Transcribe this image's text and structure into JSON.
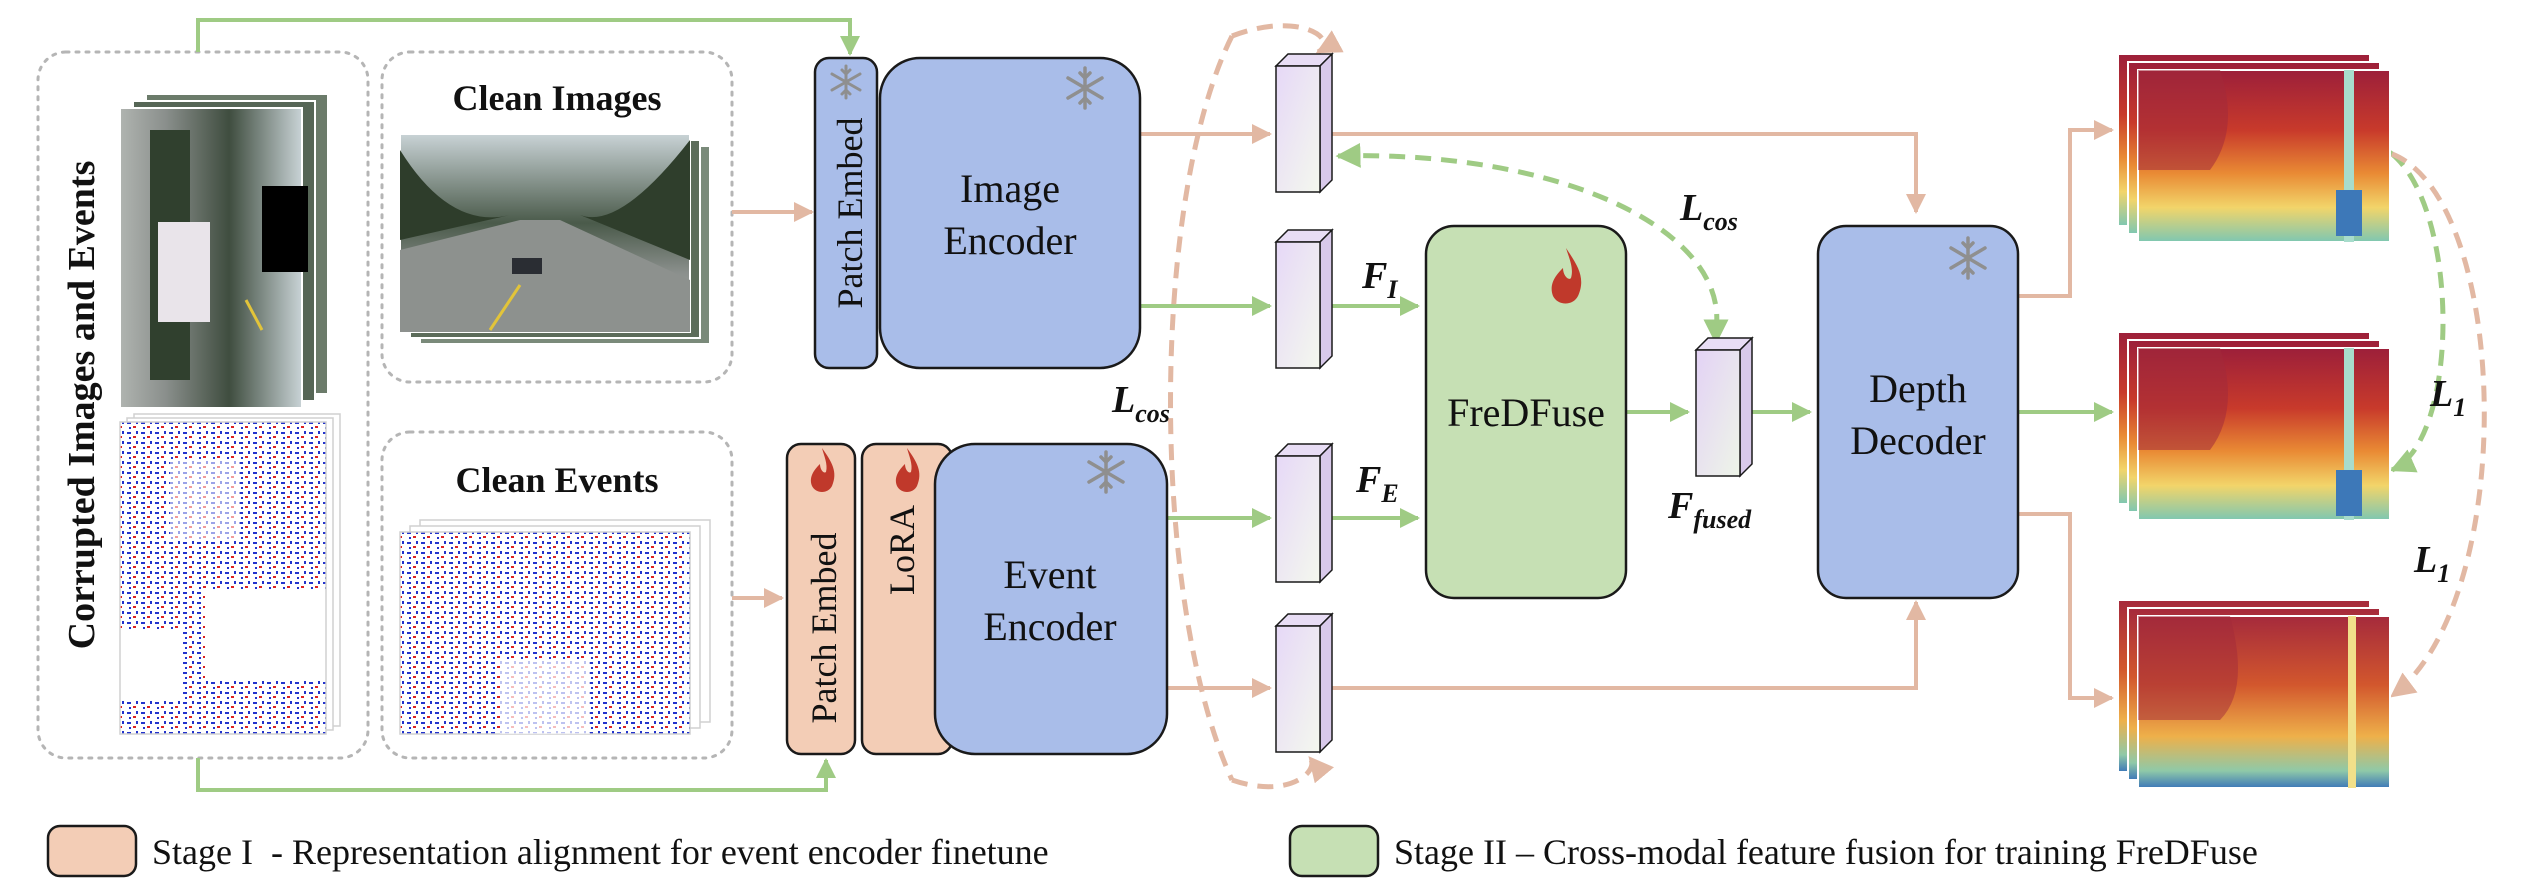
{
  "left_panel": {
    "vertical_title": "Corrupted Images and Events",
    "clean_images_title": "Clean Images",
    "clean_events_title": "Clean Events"
  },
  "modules": {
    "patch_embed_top": "Patch Embed",
    "image_encoder_line1": "Image",
    "image_encoder_line2": "Encoder",
    "patch_embed_bottom": "Patch Embed",
    "lora": "LoRA",
    "event_encoder_line1": "Event",
    "event_encoder_line2": "Encoder",
    "fusion": "FreDFuse",
    "depth_decoder_line1": "Depth",
    "depth_decoder_line2": "Decoder"
  },
  "math_labels": {
    "f_i": {
      "base": "F",
      "sub": "I"
    },
    "f_e": {
      "base": "F",
      "sub": "E"
    },
    "f_fused": {
      "base": "F",
      "sub": "fused"
    },
    "l_cos_left": {
      "base": "L",
      "sub": "cos"
    },
    "l_cos_right": {
      "base": "L",
      "sub": "cos"
    },
    "l1_top": {
      "base": "L",
      "sub": "1"
    },
    "l1_bottom": {
      "base": "L",
      "sub": "1"
    }
  },
  "legend": {
    "stage1": "Stage I  - Representation alignment for event encoder finetune",
    "stage2": "Stage II – Cross-modal feature fusion for training FreDFuse"
  },
  "colors": {
    "stage1_fill": "#f3cdb6",
    "stage2_fill": "#c6e0b4",
    "encoder_fill": "#a9bde9",
    "stage1_arrow": "#e2b8a3",
    "stage2_arrow": "#9fcb84",
    "flame": "#c0392b",
    "snowflake": "#8f8f8f"
  },
  "icons": {
    "frozen": "snowflake-icon",
    "trainable": "flame-icon"
  }
}
